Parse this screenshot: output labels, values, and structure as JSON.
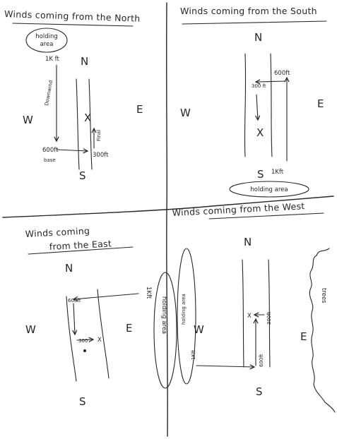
{
  "north": {
    "title": "Winds coming from the North",
    "holding": [
      "holding",
      "area"
    ],
    "alt_1k": "1K ft",
    "leg_downwind": "Downwind",
    "alt_600": "600ft",
    "leg_base": "base",
    "alt_300": "300ft",
    "leg_final": "Final",
    "x_mark": "X",
    "compass": {
      "n": "N",
      "s": "S",
      "e": "E",
      "w": "W"
    }
  },
  "south": {
    "title": "Winds coming from the South",
    "alt_600": "600ft",
    "alt_300": "300 ft",
    "x_mark": "X",
    "alt_1k": "1Kft",
    "holding": "holding area",
    "compass": {
      "n": "N",
      "s": "S",
      "e": "E",
      "w": "W"
    }
  },
  "east": {
    "title_1": "Winds coming",
    "title_2": "from the East",
    "alt_600": "600ft",
    "alt_300": "300",
    "x_mark": "X",
    "alt_1k": "1Kft",
    "holding": "holding area",
    "compass": {
      "n": "N",
      "s": "S",
      "e": "E",
      "w": "W"
    }
  },
  "west": {
    "title": "Winds coming from the West",
    "alt_1k": "1Kft",
    "holding": "holding area",
    "alt_600": "600ft",
    "alt_300": "300ft",
    "x_mark": "X",
    "trees": "trees",
    "compass": {
      "n": "N",
      "s": "S",
      "e": "E",
      "w": "W"
    }
  }
}
